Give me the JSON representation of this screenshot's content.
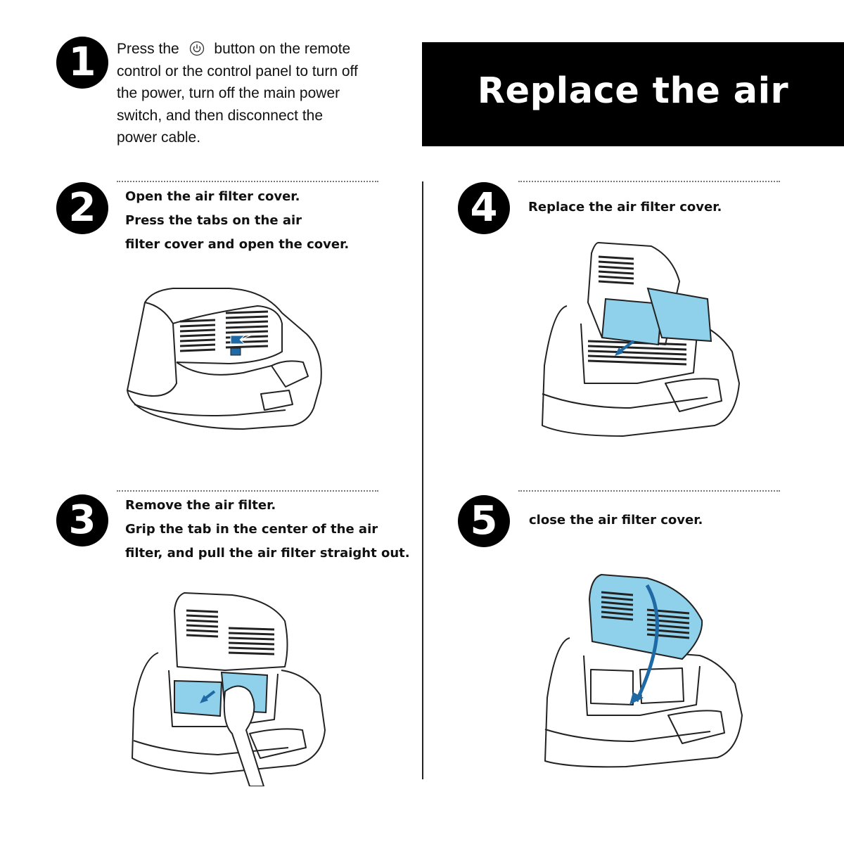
{
  "title": "Replace the air filter",
  "steps": [
    {
      "number": "1",
      "lines": [
        "Press the",
        "button on the remote",
        "control or the control panel to turn off",
        "the power, turn off the main power",
        "switch, and then disconnect the",
        "power cable."
      ],
      "icon": "power-icon"
    },
    {
      "number": "2",
      "lines": [
        "Open the air filter cover.",
        "Press the tabs on the air",
        "filter cover and open the cover."
      ]
    },
    {
      "number": "3",
      "lines": [
        "Remove the air filter.",
        "Grip the tab in the center of the air",
        "filter, and pull the air filter straight out."
      ]
    },
    {
      "number": "4",
      "lines": [
        "Replace the air filter cover."
      ]
    },
    {
      "number": "5",
      "lines": [
        "close the air filter cover."
      ]
    }
  ],
  "colors": {
    "accent": "#8fd0ea",
    "dark": "#000000",
    "arrow": "#1f6aa5"
  }
}
